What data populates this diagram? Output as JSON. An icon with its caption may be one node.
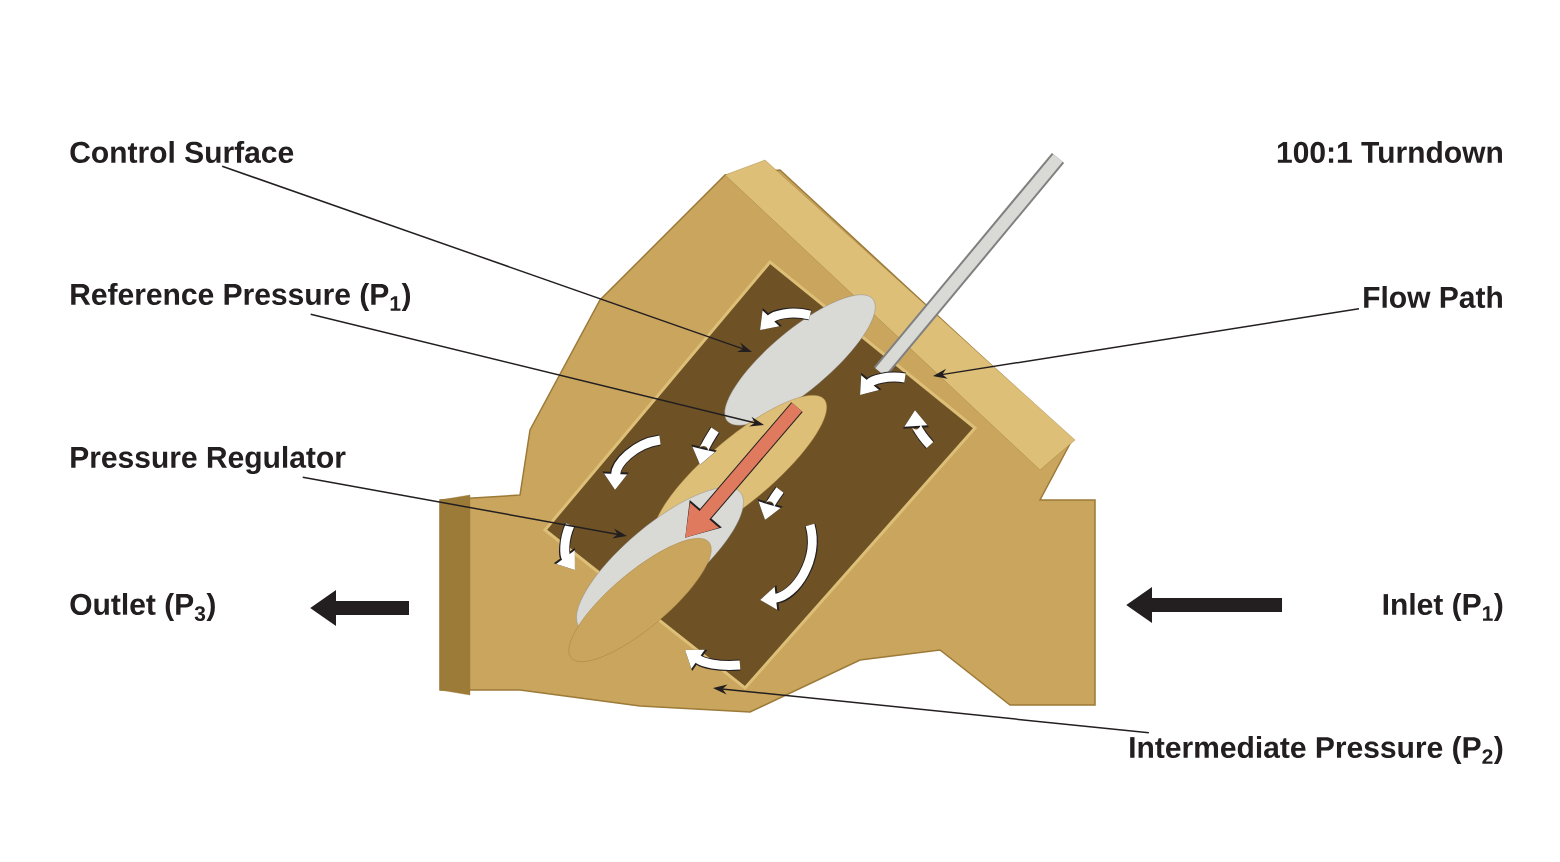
{
  "diagram": {
    "nodes": [
      {
        "text": [
          "Control Surface"
        ]
      },
      {
        "text": [
          "Reference Pressure (P$_{1}$)"
        ]
      },
      {
        "text": [
          "Pressure Regulator"
        ]
      },
      {
        "text": [
          "Flow Path"
        ]
      },
      {
        "text": [
          "Intermediate Pressure (P$_{2}$)"
        ]
      }
    ],
    "edges": [
      {
        "from": 0,
        "to": null,
        "arrow": "to"
      },
      {
        "from": 1,
        "to": null,
        "arrow": "to"
      },
      {
        "from": 2,
        "to": null,
        "arrow": "to"
      },
      {
        "from": 3,
        "to": null,
        "arrow": "to"
      },
      {
        "from": 4,
        "to": null,
        "arrow": "to"
      }
    ],
    "labels": [
      "100:1 Turndown",
      "Outlet (P$_{3}$)",
      "Inlet (P$_{1}$)"
    ]
  }
}
